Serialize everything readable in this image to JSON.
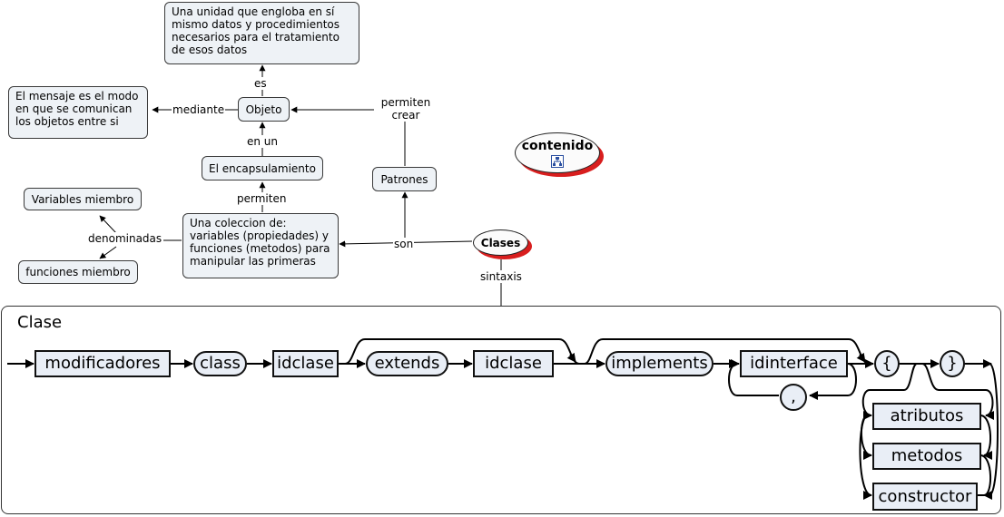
{
  "concept_map": {
    "definition": "Una unidad que engloba en sí mismo datos y procedimientos necesarios para el tratamiento de esos datos",
    "mensaje": "El mensaje es el modo en que se comunican los objetos entre si",
    "objeto": "Objeto",
    "encapsulamiento": "El encapsulamiento",
    "patrones": "Patrones",
    "coleccion": "Una coleccion de: variables (propiedades) y funciones (metodos) para manipular las primeras",
    "variables_miembro": "Variables miembro",
    "funciones_miembro": "funciones miembro",
    "contenido": "contenido",
    "clases": "Clases",
    "links": {
      "es": "es",
      "mediante": "mediante",
      "en_un": "en un",
      "permiten": "permiten",
      "permiten_crear": "permiten crear",
      "son": "son",
      "denominadas": "denominadas",
      "sintaxis": "sintaxis"
    }
  },
  "syntax": {
    "title": "Clase",
    "modificadores": "modificadores",
    "class": "class",
    "idclase_1": "idclase",
    "extends": "extends",
    "idclase_2": "idclase",
    "implements": "implements",
    "idinterface": "idinterface",
    "comma": ",",
    "open_brace": "{",
    "close_brace": "}",
    "atributos": "atributos",
    "metodos": "metodos",
    "constructor": "constructor"
  },
  "colors": {
    "node_fill": "#eef2f6",
    "syntax_fill": "#e9eef6",
    "oval_shadow": "#d81e1e"
  }
}
